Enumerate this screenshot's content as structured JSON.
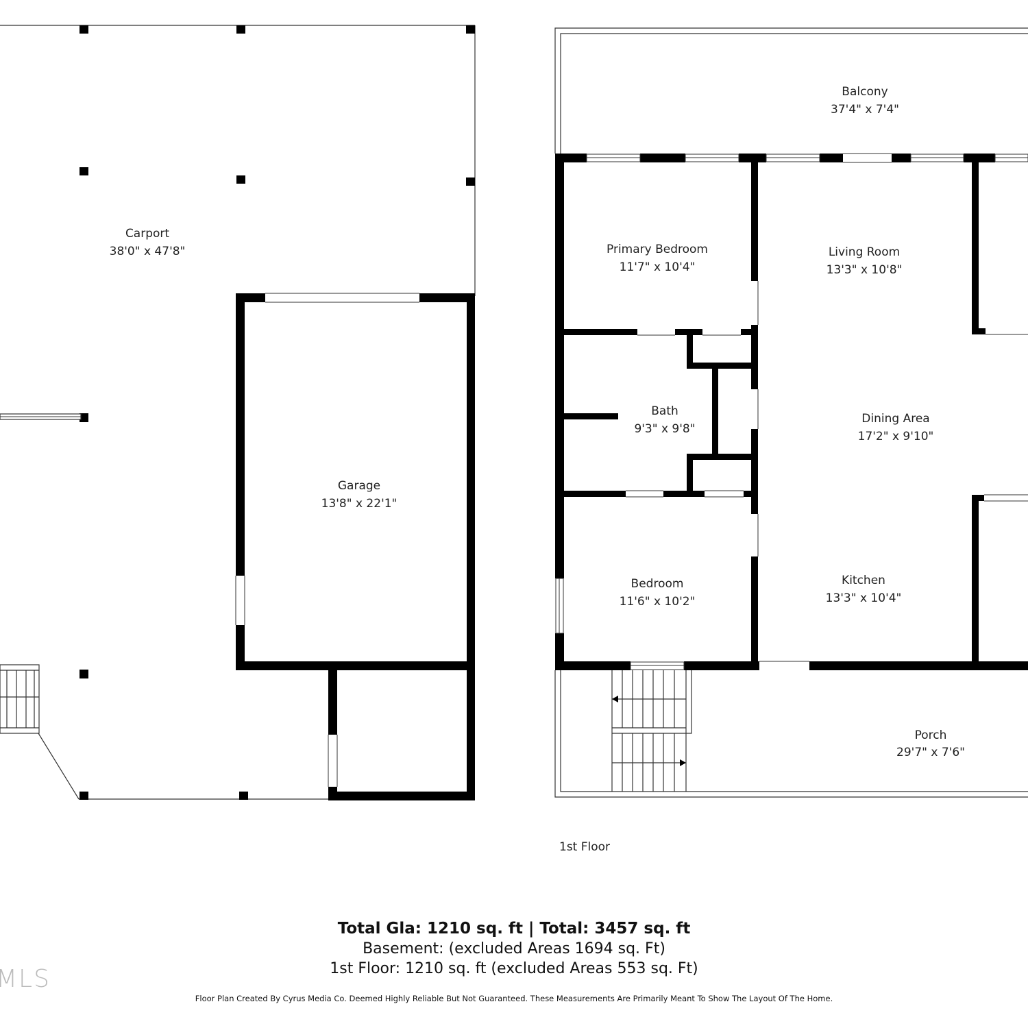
{
  "rooms": {
    "carport": {
      "name": "Carport",
      "dims": "38'0\" x 47'8\""
    },
    "garage": {
      "name": "Garage",
      "dims": "13'8\" x 22'1\""
    },
    "balcony": {
      "name": "Balcony",
      "dims": "37'4\" x 7'4\""
    },
    "primary_bedroom": {
      "name": "Primary Bedroom",
      "dims": "11'7\" x 10'4\""
    },
    "living_room": {
      "name": "Living Room",
      "dims": "13'3\" x 10'8\""
    },
    "bath": {
      "name": "Bath",
      "dims": "9'3\" x 9'8\""
    },
    "dining_area": {
      "name": "Dining Area",
      "dims": "17'2\" x 9'10\""
    },
    "bedroom": {
      "name": "Bedroom",
      "dims": "11'6\" x 10'2\""
    },
    "kitchen": {
      "name": "Kitchen",
      "dims": "13'3\" x 10'4\""
    },
    "porch": {
      "name": "Porch",
      "dims": "29'7\" x 7'6\""
    }
  },
  "floor_label": "1st Floor",
  "summary": {
    "total": "Total Gla: 1210 sq. ft | Total: 3457 sq. ft",
    "basement": "Basement: (excluded Areas 1694 sq. Ft)",
    "first_floor": "1st Floor: 1210 sq. ft (excluded Areas 553 sq. Ft)"
  },
  "disclaimer": "Floor Plan Created By Cyrus Media Co. Deemed Highly Reliable But Not Guaranteed. These Measurements Are Primarily Meant To Show The Layout Of The Home.",
  "watermark": "MLS",
  "colors": {
    "wall": "#000000",
    "line": "#333333",
    "background": "#ffffff"
  }
}
